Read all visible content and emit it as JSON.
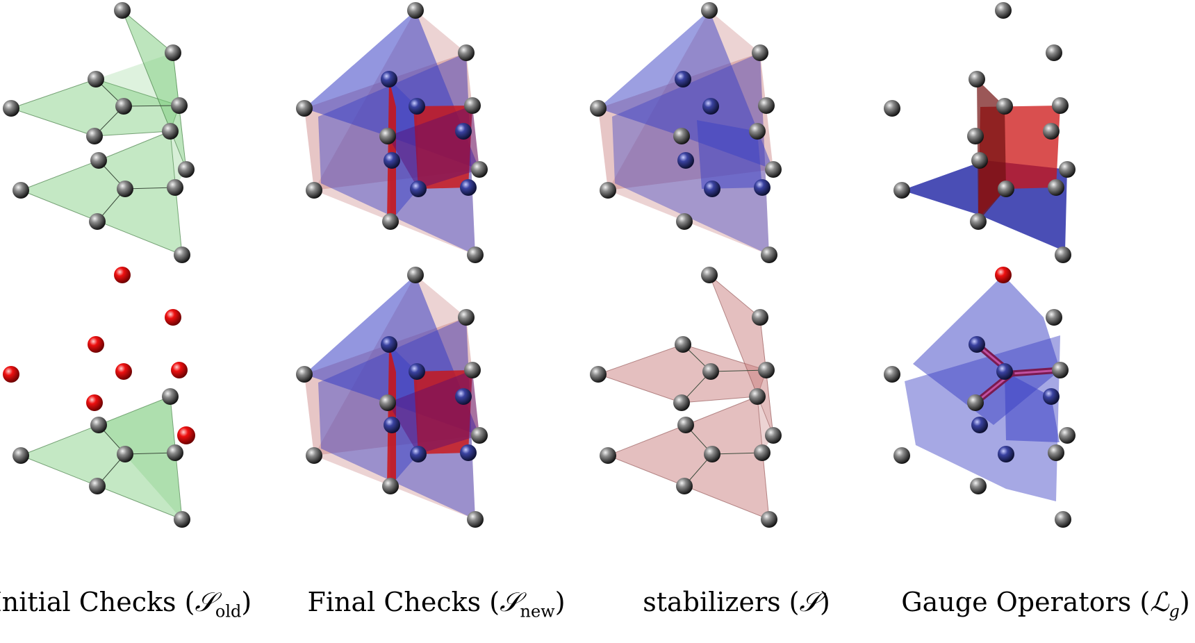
{
  "colors": {
    "green_face": "#7ccb7c",
    "green_edge": "#2e6b2e",
    "blue_face": "#3a3fc4",
    "red_face": "#cc1414",
    "pink_face": "#c98080",
    "qubit_dark": "#2a2a2a",
    "qubit_red": "#dd0000",
    "qubit_blue": "#22286a"
  },
  "captions": [
    {
      "text": "Initial Checks (",
      "symbol": "𝒮",
      "sub": "old",
      "sub_italic": false,
      "close": ")"
    },
    {
      "text": "Final Checks (",
      "symbol": "𝒮",
      "sub": "new",
      "sub_italic": false,
      "close": ")"
    },
    {
      "text": "stabilizers (",
      "symbol": "𝒮",
      "sub": "",
      "sub_italic": false,
      "close": ")"
    },
    {
      "text": "Gauge Operators (",
      "symbol": "ℒ",
      "sub": "g",
      "sub_italic": true,
      "close": ")"
    }
  ]
}
